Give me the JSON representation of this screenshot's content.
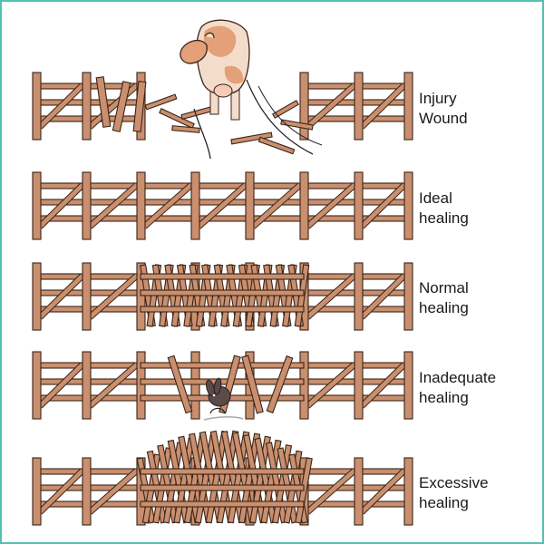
{
  "panels": [
    {
      "id": "injury",
      "line1": "Injury",
      "line2": "Wound"
    },
    {
      "id": "ideal",
      "line1": "Ideal",
      "line2": "healing"
    },
    {
      "id": "normal",
      "line1": "Normal",
      "line2": "healing"
    },
    {
      "id": "inadequate",
      "line1": "Inadequate",
      "line2": "healing"
    },
    {
      "id": "excessive",
      "line1": "Excessive",
      "line2": "healing"
    }
  ],
  "colors": {
    "frame": "#56c0b0",
    "wood": "#c98f6e",
    "wood_outline": "#3a2418",
    "cow_patch": "#e3a079",
    "cow_body": "#f4dccb",
    "rabbit": "#5a4a48"
  }
}
